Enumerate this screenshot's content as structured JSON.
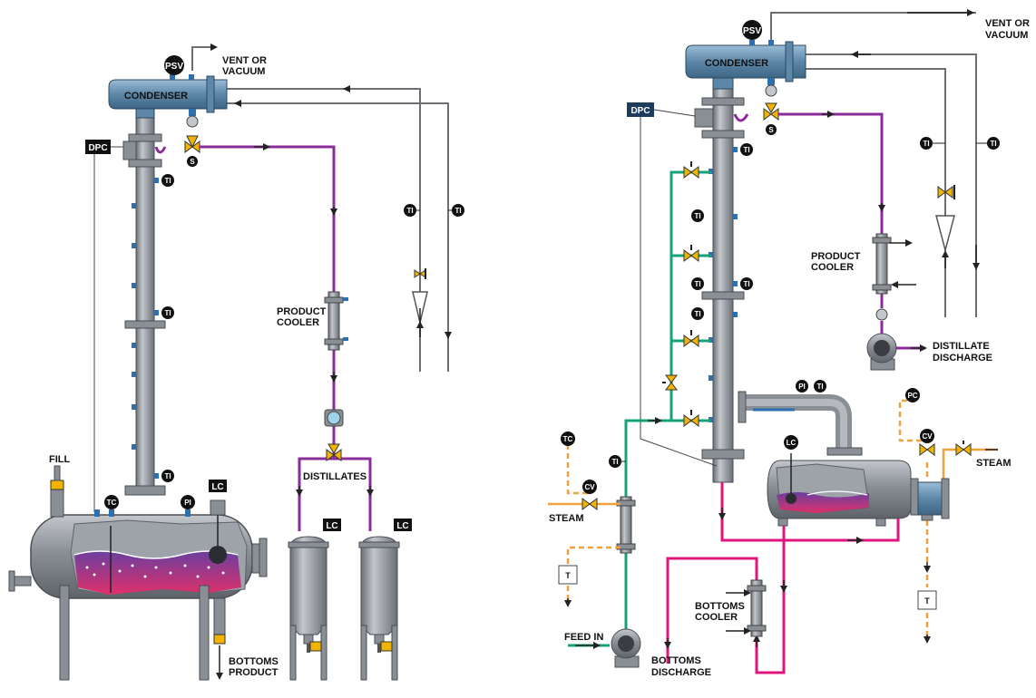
{
  "colors": {
    "vessel": "#8a8f96",
    "vessel_dark": "#5e636a",
    "vessel_light": "#c3c7cc",
    "condenser": "#5d87a8",
    "purple_line": "#8a2c9a",
    "magenta_line": "#e0157d",
    "green_line": "#14a37a",
    "orange_line": "#f0a23c",
    "gray_line": "#6b6e72",
    "valve": "#f2b400",
    "instrument": "#111111",
    "liquid_top": "#6a3fa0",
    "liquid_bottom": "#e0306a",
    "background": "#ffffff"
  },
  "left_diagram": {
    "labels": {
      "vent": [
        "VENT OR",
        "VACUUM"
      ],
      "condenser": "CONDENSER",
      "psv": "PSV",
      "dpc": "DPC",
      "s": "S",
      "ti": "TI",
      "tc": "TC",
      "pi": "PI",
      "lc": "LC",
      "fill": "FILL",
      "product_cooler": [
        "PRODUCT",
        "COOLER"
      ],
      "distillates": "DISTILLATES",
      "bottoms_product": [
        "BOTTOMS",
        "PRODUCT"
      ]
    }
  },
  "right_diagram": {
    "labels": {
      "vent": [
        "VENT OR",
        "VACUUM"
      ],
      "condenser": "CONDENSER",
      "psv": "PSV",
      "dpc": "DPC",
      "s": "S",
      "ti": "TI",
      "tc": "TC",
      "pc": "PC",
      "pi": "PI",
      "lc": "LC",
      "cv": "CV",
      "t": "T",
      "steam": "STEAM",
      "feed_in": "FEED IN",
      "product_cooler": [
        "PRODUCT",
        "COOLER"
      ],
      "distillate_discharge": [
        "DISTILLATE",
        "DISCHARGE"
      ],
      "bottoms_cooler": [
        "BOTTOMS",
        "COOLER"
      ],
      "bottoms_discharge": [
        "BOTTOMS",
        "DISCHARGE"
      ]
    }
  }
}
